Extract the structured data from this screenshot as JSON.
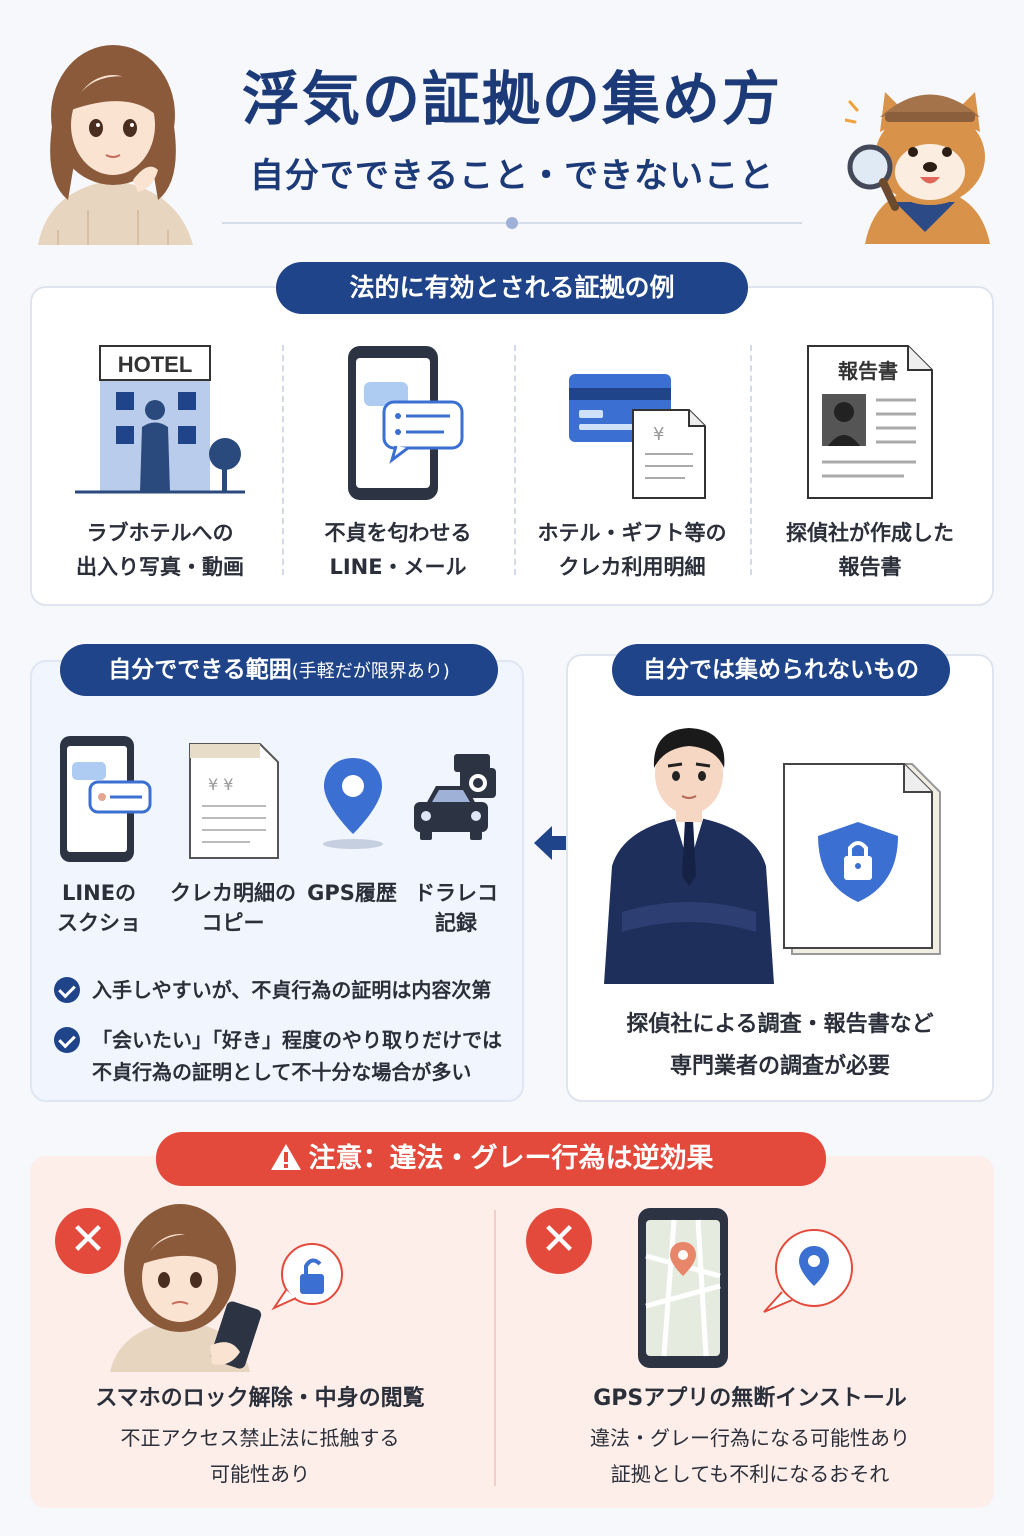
{
  "header": {
    "title": "浮気の証拠の集め方",
    "subtitle": "自分でできること・できないこと"
  },
  "legal_section": {
    "heading": "法的に有効とされる証拠の例",
    "items": [
      {
        "icon": "hotel-building-icon",
        "sign": "HOTEL",
        "line1": "ラブホテルへの",
        "line2": "出入り写真・動画"
      },
      {
        "icon": "smartphone-chat-icon",
        "line1": "不貞を匂わせる",
        "line2": "LINE・メール"
      },
      {
        "icon": "credit-card-receipt-icon",
        "line1": "ホテル・ギフト等の",
        "line2": "クレカ利用明細"
      },
      {
        "icon": "report-document-icon",
        "doc_title": "報告書",
        "line1": "探偵社が作成した",
        "line2": "報告書"
      }
    ]
  },
  "diy_section": {
    "heading": "自分でできる範囲",
    "heading_note": "(手軽だが限界あり)",
    "items": [
      {
        "icon": "phone-screenshot-icon",
        "line1": "LINEの",
        "line2": "スクショ"
      },
      {
        "icon": "statement-copy-icon",
        "line1": "クレカ明細の",
        "line2": "コピー"
      },
      {
        "icon": "gps-pin-icon",
        "line1": "GPS履歴",
        "line2": ""
      },
      {
        "icon": "dashcam-car-icon",
        "line1": "ドラレコ",
        "line2": "記録"
      }
    ],
    "notes": [
      "入手しやすいが、不貞行為の証明は内容次第",
      "「会いたい」「好き」程度のやり取りだけでは",
      "不貞行為の証明として不十分な場合が多い"
    ]
  },
  "pro_section": {
    "heading": "自分では集められないもの",
    "line1": "探偵社による調査・報告書など",
    "line2": "専門業者の調査が必要"
  },
  "warning_section": {
    "heading": "注意：違法・グレー行為は逆効果",
    "left": {
      "title": "スマホのロック解除・中身の閲覧",
      "line1": "不正アクセス禁止法に抵触する",
      "line2": "可能性あり"
    },
    "right": {
      "title": "GPSアプリの無断インストール",
      "line1": "違法・グレー行為になる可能性あり",
      "line2": "証拠としても不利になるおそれ"
    }
  },
  "colors": {
    "navy": "#1f4489",
    "title": "#1d3a78",
    "accent_blue": "#3b6fd1",
    "warning_red": "#e44a3c"
  }
}
